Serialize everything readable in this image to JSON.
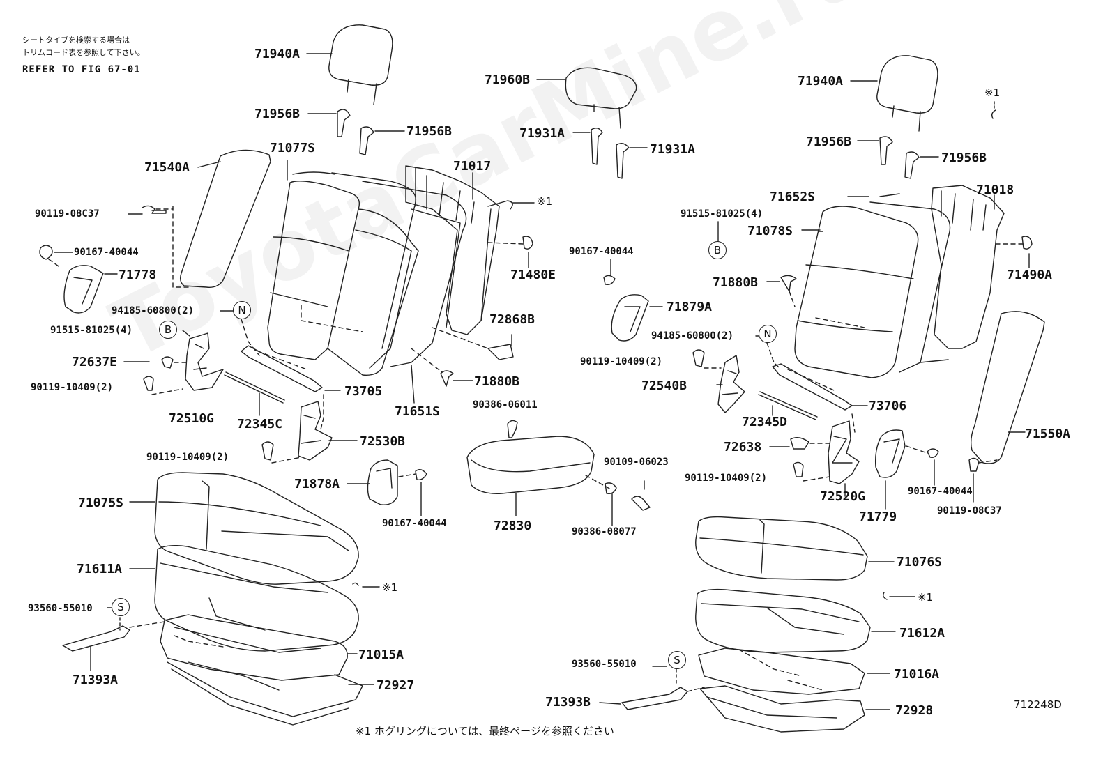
{
  "watermark": "ToyotaCarMine.ru",
  "note": {
    "line1": "シートタイプを検索する場合は",
    "line2": "トリムコード表を参照して下さい。",
    "refer": "REFER TO FIG 67-01"
  },
  "footnote": "※1 ホグリングについては、最終ページを参照ください",
  "figure_number": "712248D",
  "markers": {
    "N": "N",
    "B": "B",
    "S": "S"
  },
  "labels": {
    "l71940a_left": "71940A",
    "l71956b_1": "71956B",
    "l71956b_2": "71956B",
    "l71077s": "71077S",
    "l71540a": "71540A",
    "l90119_08c37_left": "90119-08C37",
    "l90167_40044_1": "90167-40044",
    "l71778": "71778",
    "l94185_left": "94185-60800(2)",
    "l91515_left": "91515-81025(4)",
    "l72637e": "72637E",
    "l90119_10409_1": "90119-10409(2)",
    "l72510g": "72510G",
    "l72345c": "72345C",
    "l73705": "73705",
    "l71651s": "71651S",
    "l72530b": "72530B",
    "l90119_10409_2": "90119-10409(2)",
    "l71878a": "71878A",
    "l90167_40044_2": "90167-40044",
    "l71075s": "71075S",
    "l71611a": "71611A",
    "l93560_left": "93560-55010",
    "l71393a": "71393A",
    "l71015a": "71015A",
    "l72927": "72927",
    "l71960b": "71960B",
    "l71931a_1": "71931A",
    "l71931a_2": "71931A",
    "l71017": "71017",
    "l71480e": "71480E",
    "l72868b": "72868B",
    "l71880b_1": "71880B",
    "l90386_06011": "90386-06011",
    "l72830": "72830",
    "l90109_06023": "90109-06023",
    "l90386_08077": "90386-08077",
    "l71940a_right": "71940A",
    "l71956b_3": "71956B",
    "l71956b_4": "71956B",
    "l71652s": "71652S",
    "l71018": "71018",
    "l91515_right": "91515-81025(4)",
    "l71078s": "71078S",
    "l90167_40044_3": "90167-40044",
    "l71880b_2": "71880B",
    "l71490a": "71490A",
    "l71879a": "71879A",
    "l94185_right": "94185-60800(2)",
    "l90119_10409_3": "90119-10409(2)",
    "l72540b": "72540B",
    "l73706": "73706",
    "l72345d": "72345D",
    "l72638": "72638",
    "l71550a": "71550A",
    "l90119_10409_4": "90119-10409(2)",
    "l72520g": "72520G",
    "l90167_40044_4": "90167-40044",
    "l90119_08c37_right": "90119-08C37",
    "l71779": "71779",
    "l71076s": "71076S",
    "l71612a": "71612A",
    "l93560_right": "93560-55010",
    "l71016a": "71016A",
    "l71393b": "71393B",
    "l72928": "72928",
    "hog_1": "※1",
    "hog_2": "※1",
    "hog_3": "※1",
    "hog_4": "※1"
  }
}
